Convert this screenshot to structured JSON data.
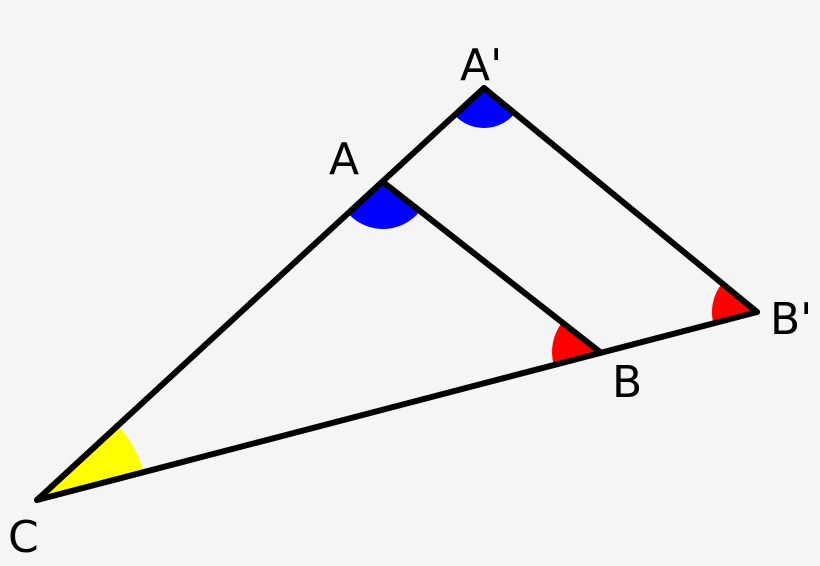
{
  "diagram": {
    "labels": {
      "A": "A",
      "A_prime": "A'",
      "B": "B",
      "B_prime": "B'",
      "C": "C"
    },
    "colors": {
      "angle_A": "#0000ff",
      "angle_B": "#ff0000",
      "angle_C": "#ffff00",
      "lines": "#000000",
      "background": "#f5f5f5"
    }
  }
}
